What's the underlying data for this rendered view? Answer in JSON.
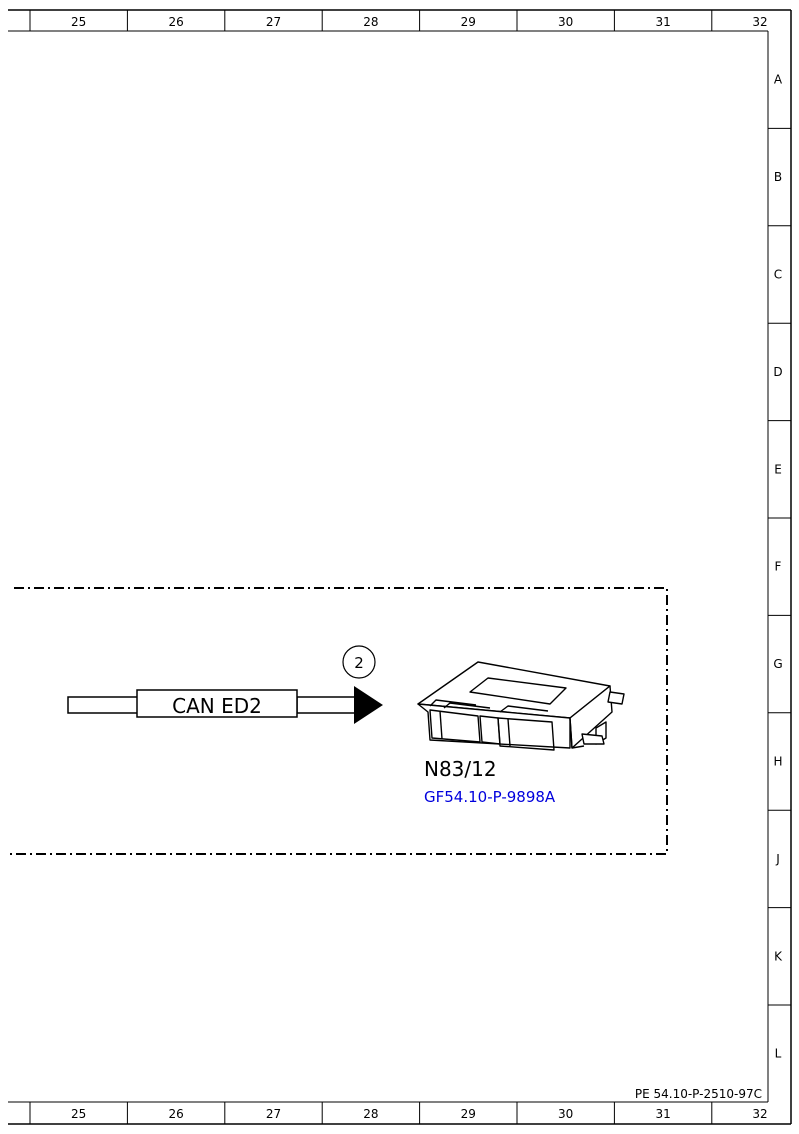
{
  "frame": {
    "columns": [
      "25",
      "26",
      "27",
      "28",
      "29",
      "30",
      "31",
      "32"
    ],
    "rows": [
      "A",
      "B",
      "C",
      "D",
      "E",
      "F",
      "G",
      "H",
      "J",
      "K",
      "L"
    ]
  },
  "diagram": {
    "bus_label": "CAN ED2",
    "callout_number": "2",
    "component_code": "N83/12",
    "component_link": "GF54.10-P-9898A"
  },
  "document_id": "PE 54.10-P-2510-97C"
}
